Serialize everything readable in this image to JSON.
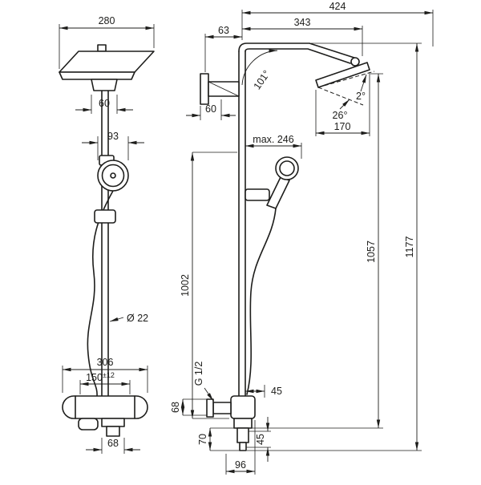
{
  "page": {
    "background": "#ffffff",
    "line_color": "#1d1d1b"
  },
  "front_view": {
    "head_width": "280",
    "connector_width": "60",
    "handshower_width": "93",
    "pipe_diameter": "Ø 22",
    "body_width": "306",
    "valve_distance": "150",
    "valve_tolerance": "±12",
    "outlet_width": "68"
  },
  "side_view": {
    "total_projection": "424",
    "arm_projection": "343",
    "pipe_offset": "63",
    "bracket_depth": "60",
    "arm_angle": "101°",
    "head_tilt_fine": "2°",
    "head_tilt": "26°",
    "head_depth": "170",
    "max_reach": "max. 246",
    "rail_height": "1002",
    "head_height": "1057",
    "total_height": "1177",
    "thread_size": "G 1/2",
    "holder_offset": "45",
    "connection_height": "68",
    "outlet_drop": "70",
    "outlet_offset": "45",
    "connection_width": "96"
  }
}
